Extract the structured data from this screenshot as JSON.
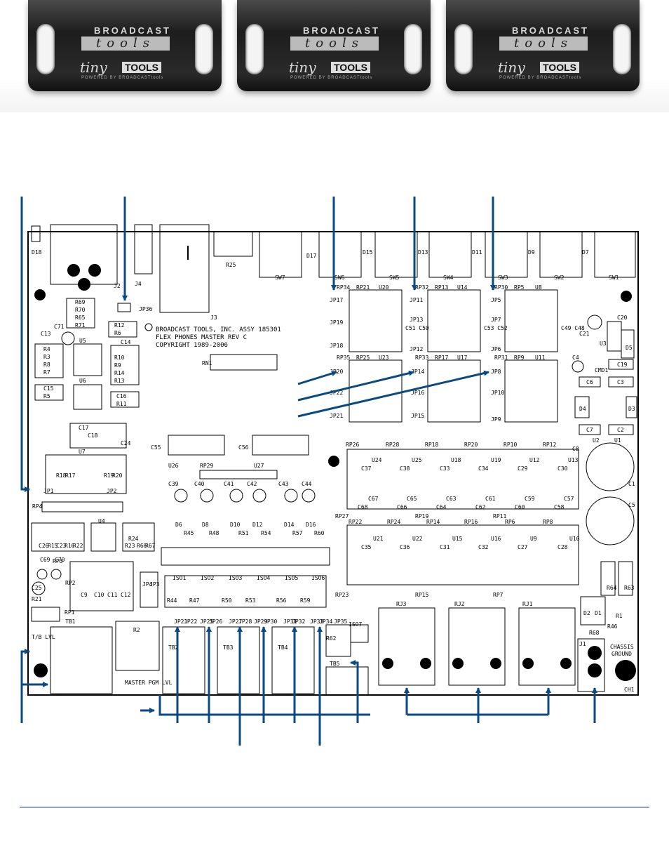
{
  "header": {
    "logos": [
      {
        "brand": "BROADCAST",
        "tools": "tools",
        "tiny": "tiny",
        "tinybox": "TOOLS",
        "powered": "POWERED BY BROADCASTtools"
      },
      {
        "brand": "BROADCAST",
        "tools": "tools",
        "tiny": "tiny",
        "tinybox": "TOOLS",
        "powered": "POWERED BY BROADCASTtools"
      },
      {
        "brand": "BROADCAST",
        "tools": "tools",
        "tiny": "tiny",
        "tinybox": "TOOLS",
        "powered": "POWERED BY BROADCASTtools"
      }
    ]
  },
  "board": {
    "silkscreen": [
      "BROADCAST TOOLS, INC. ASSY 185301",
      "FLEX PHONES MASTER    REV C",
      "COPYRIGHT 1989-2006"
    ],
    "top_labels": {
      "j2": "J2",
      "j4": "J4",
      "j3": "J3",
      "r25": "R25",
      "d18": "D18",
      "d17": "D17",
      "d15": "D15",
      "d13": "D13",
      "d11": "D11",
      "d9": "D9",
      "d7": "D7",
      "sw7": "SW7",
      "sw6": "SW6",
      "sw5": "SW5",
      "sw4": "SW4",
      "sw3": "SW3",
      "sw2": "SW2",
      "sw1": "SW1"
    },
    "left_labels": {
      "r69": "R69",
      "r70": "R70",
      "r65": "R65",
      "r71": "R71",
      "c13": "C13",
      "c71": "C71",
      "r4": "R4",
      "r3": "R3",
      "r8": "R8",
      "r7": "R7",
      "u5": "U5",
      "u6": "U6",
      "c15": "C15",
      "r5": "R5",
      "r12": "R12",
      "r6": "R6",
      "c14": "C14",
      "r10": "R10",
      "r9": "R9",
      "r14": "R14",
      "r13": "R13",
      "c16": "C16",
      "r11": "R11",
      "jp36": "JP36",
      "rn1": "RN1",
      "c17": "C17",
      "c18": "C18",
      "c24": "C24",
      "u7": "U7",
      "r18": "R18",
      "r17": "R17",
      "r19": "R19",
      "r20": "R20",
      "jp1": "JP1",
      "jp2": "JP2",
      "rp4": "RP4",
      "u4": "U4",
      "r15": "R15",
      "r16": "R16",
      "r22": "R22",
      "r23": "R23",
      "r24": "R24",
      "r66": "R66",
      "r67": "R67",
      "c26": "C26",
      "c23": "C23",
      "rp3": "RP3",
      "rp2": "RP2",
      "c69": "C69",
      "c70": "C70",
      "c25": "C25",
      "r21": "R21",
      "rp1": "RP1",
      "c9": "C9",
      "c10": "C10",
      "c11": "C11",
      "c12": "C12",
      "jp4": "JP4",
      "jp3": "JP3",
      "tb1": "TB1",
      "t_b_lvl": "T/B LVL",
      "r2": "R2",
      "master_pgm": "MASTER PGM LVL"
    },
    "mid_labels": {
      "u26": "U26",
      "u27": "U27",
      "rp29": "RP29",
      "c55": "C55",
      "c56": "C56",
      "caps_top": [
        "C39",
        "C40",
        "C41",
        "C42",
        "C43",
        "C44"
      ],
      "diodes": [
        "D6",
        "R45",
        "D8",
        "R48",
        "D10",
        "R51",
        "D12",
        "R54",
        "D14",
        "R57",
        "D16",
        "R60"
      ],
      "isos": [
        "ISO1",
        "ISO2",
        "ISO3",
        "ISO4",
        "ISO5",
        "ISO6"
      ],
      "iso_rs": [
        "R44",
        "R47",
        "R50",
        "R53",
        "R56",
        "R59"
      ],
      "jps_bottom": [
        "JP21",
        "JP22",
        "JP25",
        "JP26",
        "JP27",
        "JP28",
        "JP29",
        "JP30",
        "JP31",
        "JP32",
        "JP33",
        "JP34",
        "JP35"
      ],
      "tb2": "TB2",
      "tb3": "TB3",
      "tb4": "TB4",
      "tb5": "TB5",
      "iso7": "ISO7",
      "r62": "R62"
    },
    "mixer_labels": {
      "groups": [
        {
          "rp_a": "RP34",
          "rp_b": "RP21",
          "u": "U20",
          "jp_top": "JP17",
          "jp_mid": "JP19",
          "jp_low": "JP18",
          "rp_c": "RP35",
          "rp_d": "RP25",
          "u2": "U23",
          "jp_a": "JP20",
          "jp_b": "JP22",
          "jp_c": "JP21",
          "caps": "C51 C50"
        },
        {
          "rp_a": "RP32",
          "rp_b": "RP13",
          "u": "U14",
          "jp_top": "JP11",
          "jp_mid": "JP13",
          "jp_low": "JP12",
          "rp_c": "RP33",
          "rp_d": "RP17",
          "u2": "U17",
          "jp_a": "JP14",
          "jp_b": "JP16",
          "jp_c": "JP15",
          "caps": "C53 C52"
        },
        {
          "rp_a": "RP30",
          "rp_b": "RP5",
          "u": "U8",
          "jp_top": "JP5",
          "jp_mid": "JP7",
          "jp_low": "JP6",
          "rp_c": "RP31",
          "rp_d": "RP9",
          "u2": "U11",
          "jp_a": "JP8",
          "jp_b": "JP10",
          "jp_c": "JP9",
          "caps": "C49 C48"
        }
      ],
      "amp_row1": {
        "rps": [
          "RP26",
          "RP28",
          "RP18",
          "RP20",
          "RP10",
          "RP12"
        ],
        "us": [
          "U24",
          "U25",
          "U18",
          "U19",
          "U12",
          "U13"
        ],
        "caps": [
          "C37",
          "C38",
          "C33",
          "C34",
          "C29",
          "C30"
        ],
        "caps_low": [
          "C68",
          "C67",
          "C66",
          "C65",
          "C64",
          "C63",
          "C62",
          "C61",
          "C60",
          "C59",
          "C58",
          "C57"
        ]
      },
      "amp_row2": {
        "rps": [
          "RP22",
          "RP24",
          "RP14",
          "RP16",
          "RP6",
          "RP8"
        ],
        "us": [
          "U21",
          "U22",
          "U15",
          "U16",
          "U9",
          "U10"
        ],
        "caps": [
          "C35",
          "C36",
          "C31",
          "C32",
          "C27",
          "C28"
        ]
      },
      "side_rps": [
        "RP27",
        "RP23",
        "RP19",
        "RP15",
        "RP11",
        "RP7"
      ],
      "rjs": [
        "RJ3",
        "RJ2",
        "RJ1"
      ]
    },
    "right_labels": {
      "c20": "C20",
      "c21": "C21",
      "u3": "U3",
      "d5": "D5",
      "c4": "C4",
      "cmd1": "CMD1",
      "c19": "C19",
      "c6": "C6",
      "c3": "C3",
      "d4": "D4",
      "d3": "D3",
      "c7": "C7",
      "c2": "C2",
      "c8": "C8",
      "u2": "U2",
      "u1": "U1",
      "c1": "C1",
      "c5": "C5",
      "r64": "R64",
      "r63": "R63",
      "d2": "D2",
      "d1": "D1",
      "r46": "R46",
      "r1": "R1",
      "r68": "R68",
      "j1": "J1",
      "chassis": "CHASSIS",
      "ground": "GROUND",
      "ch1": "CH1"
    }
  }
}
